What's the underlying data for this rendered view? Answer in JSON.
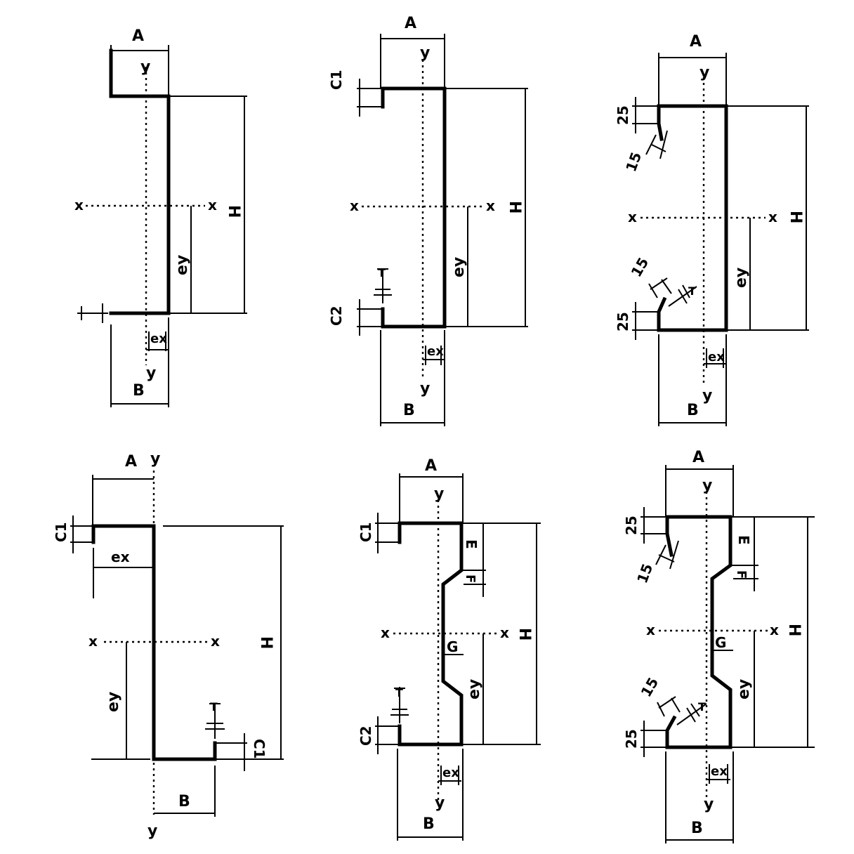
{
  "labels": {
    "A": "A",
    "B": "B",
    "H": "H",
    "x": "x",
    "y": "y",
    "ex": "ex",
    "ey": "ey",
    "C1": "C1",
    "C2": "C2",
    "G": "G",
    "E": "E",
    "F": "F",
    "T": "T",
    "d25": "25",
    "d15": "15"
  },
  "colors": {
    "ink": "#000000",
    "paper": "#ffffff"
  }
}
